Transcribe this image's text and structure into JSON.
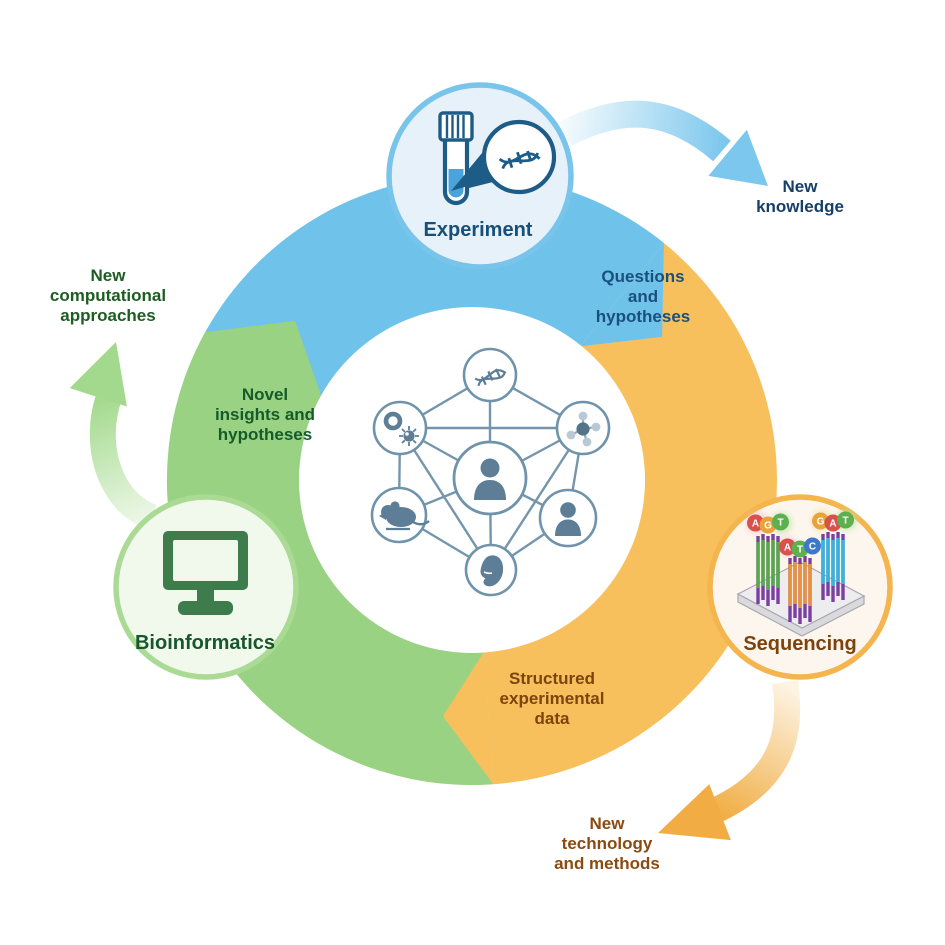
{
  "palette": {
    "arc_blue": "#6fc2ea",
    "arc_green": "#98d282",
    "arc_orange": "#f8c05c",
    "arrow_blue": "#7cc7ed",
    "arrow_green": "#a2d98c",
    "arrow_orange": "#f1ad43",
    "node_blue_border": "#79c4ea",
    "node_blue_fill": "#e6f1f9",
    "node_orange_border": "#f5b54e",
    "node_orange_fill": "#fdf6ee",
    "node_green_border": "#abda95",
    "node_green_fill": "#f1f9ec",
    "ink_navy": "#174f7a",
    "ink_brown": "#7c430e",
    "ink_green": "#17572c",
    "hub_stroke": "#6e93ab",
    "hub_icon": "#5d7e96"
  },
  "cycle": {
    "nodes": [
      {
        "id": "experiment",
        "label": "Experiment",
        "icon": "test-tube-dna-icon"
      },
      {
        "id": "sequencing",
        "label": "Sequencing",
        "icon": "flow-cell-icon"
      },
      {
        "id": "bioinformatics",
        "label": "Bioinformatics",
        "icon": "computer-monitor-icon"
      }
    ],
    "flows": [
      {
        "id": "questions",
        "from": "experiment",
        "to": "sequencing",
        "label": "Questions\nand\nhypotheses"
      },
      {
        "id": "structured",
        "from": "sequencing",
        "to": "bioinformatics",
        "label": "Structured\nexperimental\ndata"
      },
      {
        "id": "novel",
        "from": "bioinformatics",
        "to": "experiment",
        "label": "Novel\ninsights and\nhypotheses"
      }
    ],
    "outputs": [
      {
        "id": "new_knowledge",
        "from": "experiment",
        "label": "New\nknowledge"
      },
      {
        "id": "new_technology",
        "from": "sequencing",
        "label": "New\ntechnology\nand methods"
      },
      {
        "id": "new_computational",
        "from": "bioinformatics",
        "label": "New\ncomputational\napproaches"
      }
    ]
  },
  "hub": {
    "icons": [
      "dna-icon",
      "cells-icon",
      "molecule-icon",
      "person-icon",
      "mouse-icon",
      "person-icon",
      "kidney-icon"
    ]
  },
  "chip": {
    "clusters": [
      {
        "bases": [
          "A",
          "G",
          "T"
        ]
      },
      {
        "bases": [
          "A",
          "T",
          "C"
        ]
      },
      {
        "bases": [
          "G",
          "A",
          "T"
        ]
      }
    ],
    "base_colors": {
      "A": "#d9504c",
      "G": "#e8a33d",
      "T": "#5eb04f",
      "C": "#3e78c9"
    }
  }
}
